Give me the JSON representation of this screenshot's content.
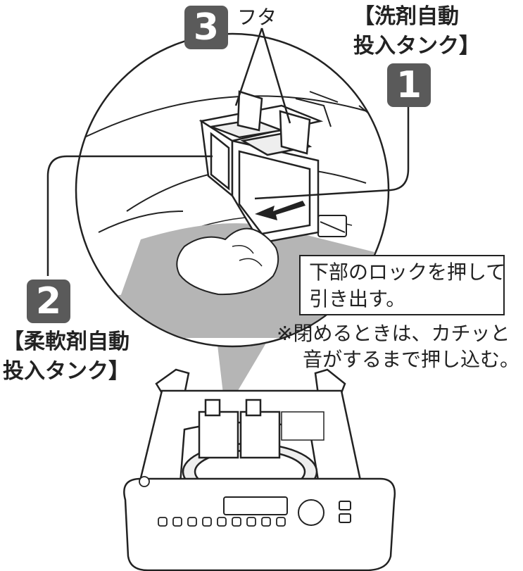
{
  "badges": {
    "b1": "1",
    "b2": "2",
    "b3": "3"
  },
  "lid_label": "フタ",
  "detergent_tank": {
    "line1": "【洗剤自動",
    "line2": "投入タンク】"
  },
  "softener_tank": {
    "line1": "【柔軟剤自動",
    "line2": "投入タンク】"
  },
  "callout": {
    "line1": "下部のロックを押して",
    "line2": "引き出す。"
  },
  "note": {
    "line1": "※閉めるときは、カチッと",
    "line2": "音がするまで押し込む。"
  }
}
